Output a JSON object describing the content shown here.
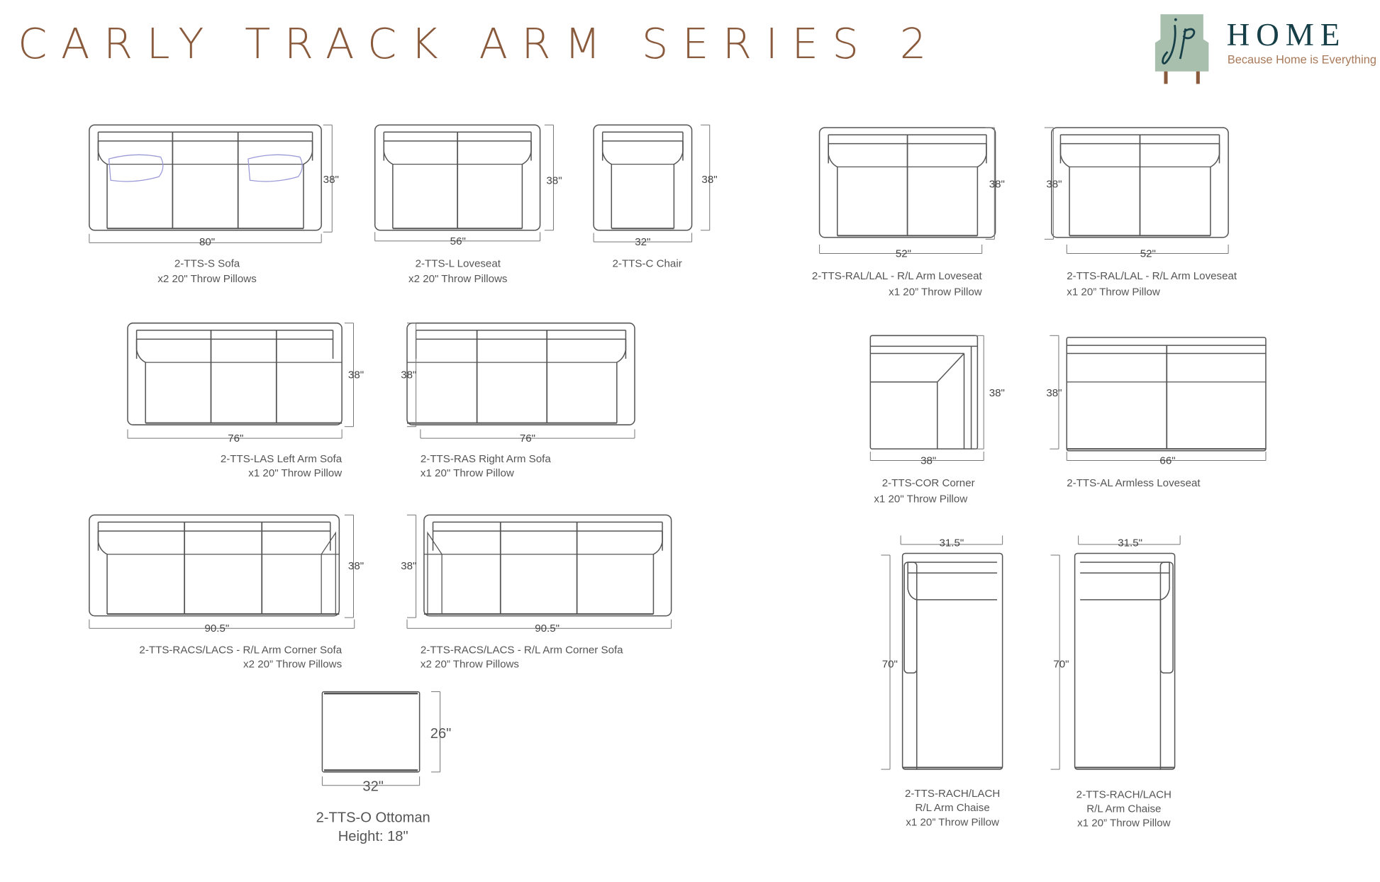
{
  "title": "CARLY TRACK ARM SERIES 2",
  "logo": {
    "monogram": "jp",
    "name": "HOME",
    "tagline": "Because Home is Everything"
  },
  "colors": {
    "title": "#8a5a3c",
    "logo_dark": "#173f48",
    "logo_chair": "#a9bfae",
    "line": "#555555",
    "pillow": "#9a9ad8"
  },
  "items": [
    {
      "id": "s",
      "height": "38\"",
      "width": "80\"",
      "name": "2-TTS-S Sofa",
      "note": "x2 20\" Throw Pillows"
    },
    {
      "id": "l",
      "height": "38\"",
      "width": "56\"",
      "name": "2-TTS-L Loveseat",
      "note": "x2 20\" Throw Pillows"
    },
    {
      "id": "c",
      "height": "38\"",
      "width": "32\"",
      "name": "2-TTS-C Chair"
    },
    {
      "id": "ral1",
      "height": "38\"",
      "width": "52\"",
      "name": "2-TTS-RAL/LAL - R/L Arm Loveseat",
      "note": "x1 20” Throw Pillow"
    },
    {
      "id": "ral2",
      "height": "38\"",
      "width": "52\"",
      "name": "2-TTS-RAL/LAL - R/L Arm Loveseat",
      "note": "x1 20” Throw Pillow"
    },
    {
      "id": "las",
      "height": "38\"",
      "width": "76\"",
      "name": "2-TTS-LAS Left Arm Sofa",
      "note": "x1 20\" Throw Pillow"
    },
    {
      "id": "ras",
      "height": "38\"",
      "width": "76\"",
      "name": "2-TTS-RAS Right Arm Sofa",
      "note": "x1 20\" Throw Pillow"
    },
    {
      "id": "cor",
      "height": "38\"",
      "width": "38\"",
      "name": "2-TTS-COR Corner",
      "note": "x1 20\" Throw Pillow"
    },
    {
      "id": "al",
      "height": "38\"",
      "width": "66\"",
      "name": "2-TTS-AL Armless Loveseat"
    },
    {
      "id": "racs1",
      "height": "38\"",
      "width": "90.5\"",
      "name": "2-TTS-RACS/LACS - R/L Arm Corner Sofa",
      "note": "x2 20” Throw Pillows"
    },
    {
      "id": "racs2",
      "height": "38\"",
      "width": "90.5\"",
      "name": "2-TTS-RACS/LACS - R/L Arm Corner Sofa",
      "note": "x2 20” Throw Pillows"
    },
    {
      "id": "o",
      "height": "26\"",
      "width": "32\"",
      "name": "2-TTS-O Ottoman",
      "note": "Height: 18\""
    },
    {
      "id": "ch1",
      "height": "70\"",
      "width": "31.5\"",
      "name": "2-TTS-RACH/LACH",
      "note": "R/L Arm Chaise",
      "note2": "x1 20” Throw Pillow"
    },
    {
      "id": "ch2",
      "height": "70\"",
      "width": "31.5\"",
      "name": "2-TTS-RACH/LACH",
      "note": "R/L Arm Chaise",
      "note2": "x1 20” Throw Pillow"
    }
  ]
}
